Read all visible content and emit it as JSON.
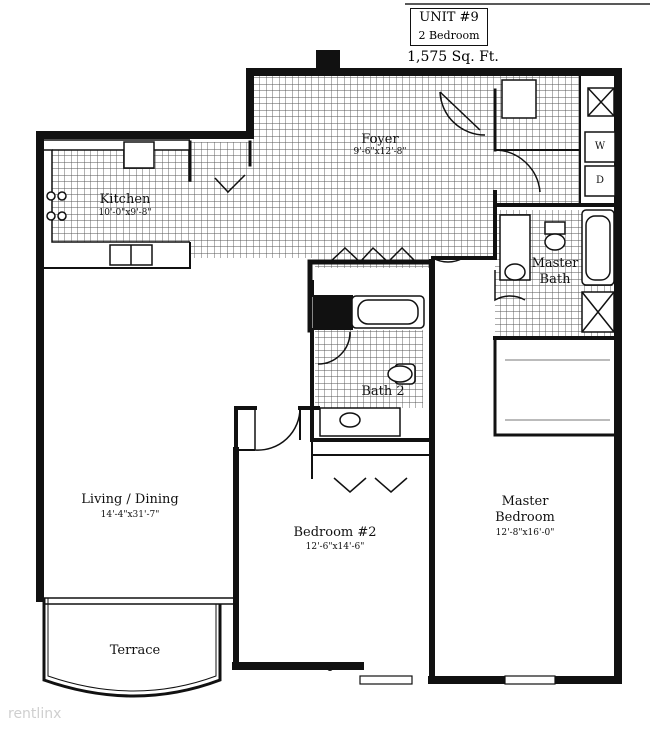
{
  "header": {
    "unit": "UNIT #9",
    "bedrooms": "2 Bedroom",
    "area": "1,575 Sq. Ft."
  },
  "rooms": {
    "foyer": {
      "name": "Foyer",
      "dims": "9'-6\"x12'-8\""
    },
    "kitchen": {
      "name": "Kitchen",
      "dims": "10'-0\"x9'-8\""
    },
    "master_bath": {
      "name_line1": "Master",
      "name_line2": "Bath"
    },
    "bath2": {
      "name": "Bath 2"
    },
    "living": {
      "name": "Living / Dining",
      "dims": "14'-4\"x31'-7\""
    },
    "bedroom2": {
      "name": "Bedroom #2",
      "dims": "12'-6\"x14'-6\""
    },
    "master_bedroom": {
      "name_line1": "Master",
      "name_line2": "Bedroom",
      "dims": "12'-8\"x16'-0\""
    },
    "terrace": {
      "name": "Terrace"
    }
  },
  "fixtures": {
    "washer": "W",
    "dryer": "D"
  },
  "watermark": "rentlinx"
}
